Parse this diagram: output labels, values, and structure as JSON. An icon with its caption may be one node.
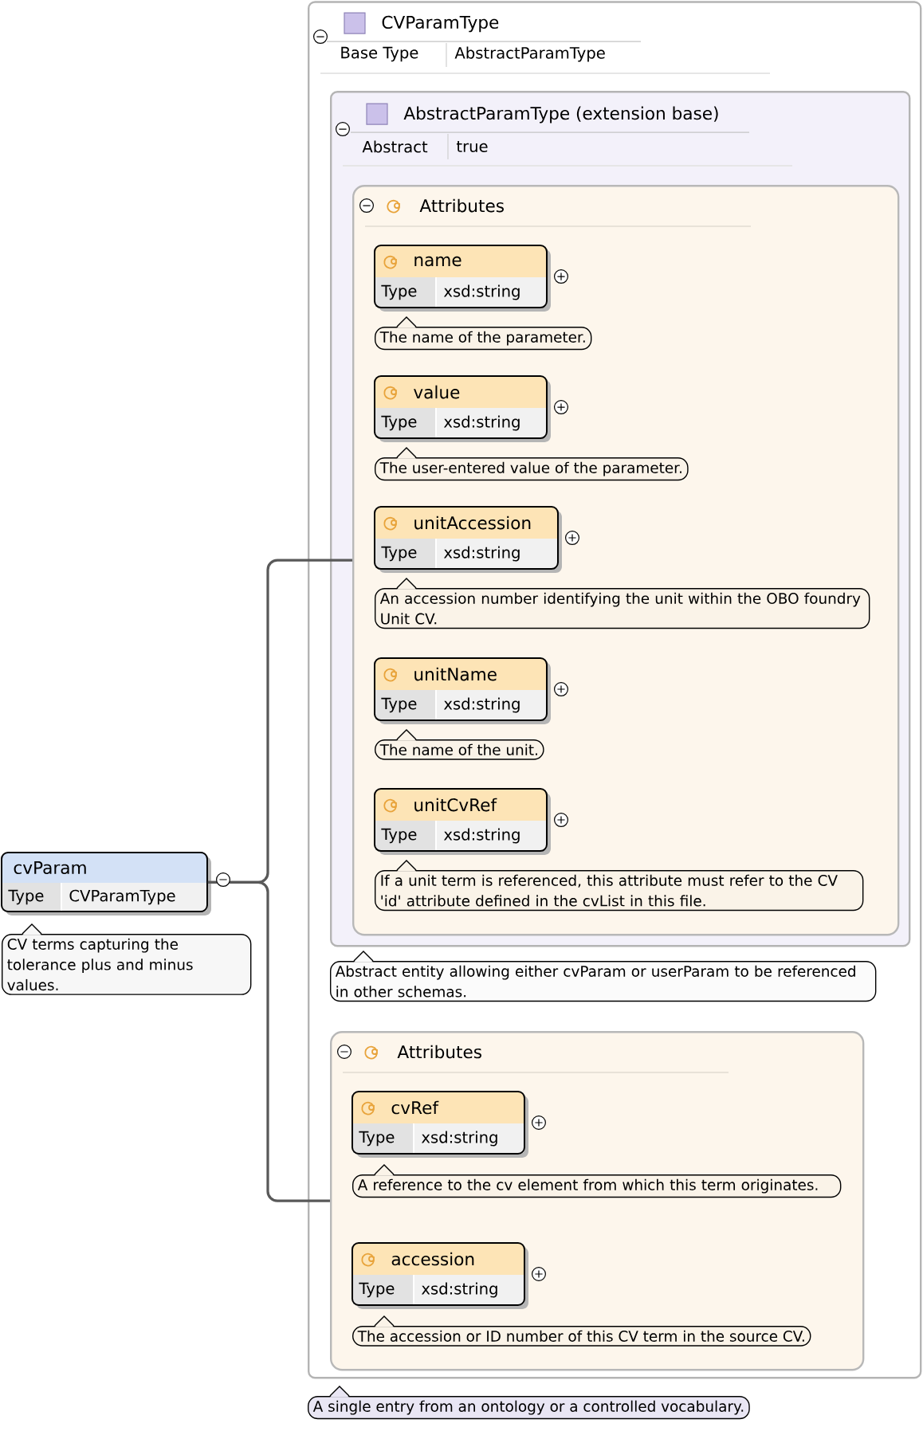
{
  "diagram": {
    "nodes": [
      {
        "text": [
          "cvParam",
          "Type",
          "CVParamType"
        ],
        "beside": [
          "CV terms capturing the tolerance plus and minus values."
        ]
      },
      {
        "text": [
          "CVParamType",
          "Base Type",
          "AbstractParamType"
        ],
        "beside": [
          "A single entry from an ontology or a controlled vocabulary."
        ]
      },
      {
        "text": [
          "AbstractParamType (extension base)",
          "Abstract",
          "true"
        ],
        "in": 1,
        "beside": [
          "Abstract entity allowing either cvParam or userParam to be referenced in other schemas."
        ]
      },
      {
        "text": [
          "Attributes"
        ],
        "in": 2
      },
      {
        "text": [
          "name",
          "Type",
          "xsd:string"
        ],
        "in": 3,
        "beside": [
          "The name of the parameter."
        ]
      },
      {
        "text": [
          "value",
          "Type",
          "xsd:string"
        ],
        "in": 3,
        "beside": [
          "The user-entered value of the parameter."
        ]
      },
      {
        "text": [
          "unitAccession",
          "Type",
          "xsd:string"
        ],
        "in": 3,
        "beside": [
          "An accession number identifying the unit within the OBO foundry Unit CV."
        ]
      },
      {
        "text": [
          "unitName",
          "Type",
          "xsd:string"
        ],
        "in": 3,
        "beside": [
          "The name of the unit."
        ]
      },
      {
        "text": [
          "unitCvRef",
          "Type",
          "xsd:string"
        ],
        "in": 3,
        "beside": [
          "If a unit term is referenced, this attribute must refer to the CV 'id' attribute defined in the cvList in this file."
        ]
      },
      {
        "text": [
          "Attributes"
        ],
        "in": 1
      },
      {
        "text": [
          "cvRef",
          "Type",
          "xsd:string"
        ],
        "in": 9,
        "beside": [
          "A reference to the cv element from which this term originates."
        ]
      },
      {
        "text": [
          "accession",
          "Type",
          "xsd:string"
        ],
        "in": 9,
        "beside": [
          "The accession or ID number of this CV term in the source CV."
        ]
      }
    ],
    "edges": [
      {
        "from": 0,
        "to": 3,
        "arrow": "none"
      },
      {
        "from": 0,
        "to": 9,
        "arrow": "none"
      }
    ]
  }
}
